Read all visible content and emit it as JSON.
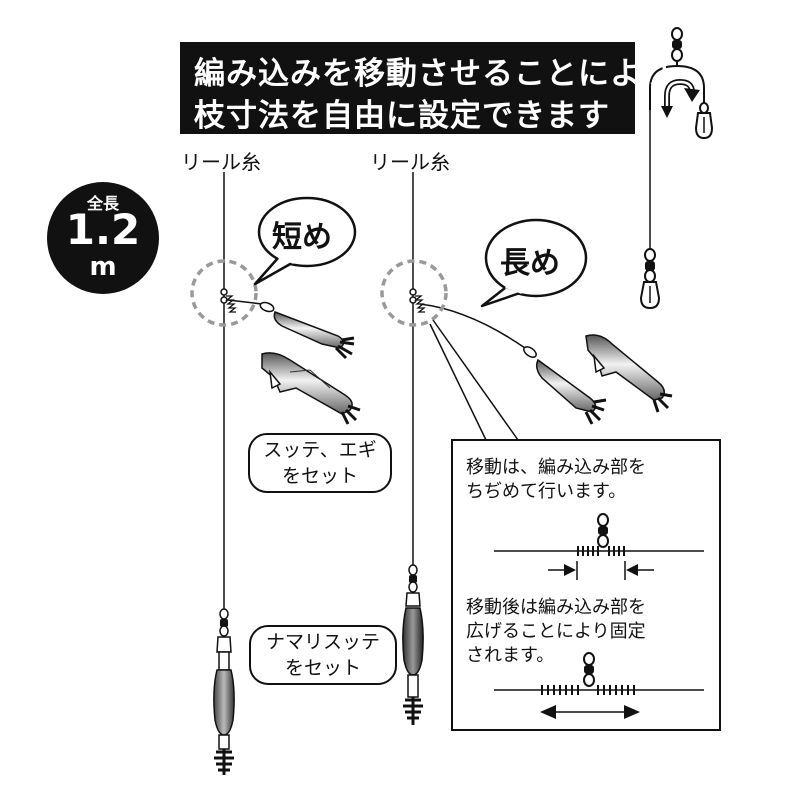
{
  "banner": {
    "line1": "編み込みを移動させることにより",
    "line2": "枝寸法を自由に設定できます"
  },
  "reel_left": "リール糸",
  "reel_right": "リール糸",
  "badge": {
    "label": "全長",
    "value": "1.2",
    "unit": "m"
  },
  "bubble_short": "短め",
  "bubble_long": "長め",
  "label_sutte_egi": {
    "line1": "スッテ、エギ",
    "line2": "をセット"
  },
  "label_namari": {
    "line1": "ナマリスッテ",
    "line2": "をセット"
  },
  "info": {
    "move_line1": "移動は、編み込み部を",
    "move_line2": "ちぢめて行います。",
    "after_line1": "移動後は編み込み部を",
    "after_line2": "広げることにより固定",
    "after_line3": "されます。"
  }
}
